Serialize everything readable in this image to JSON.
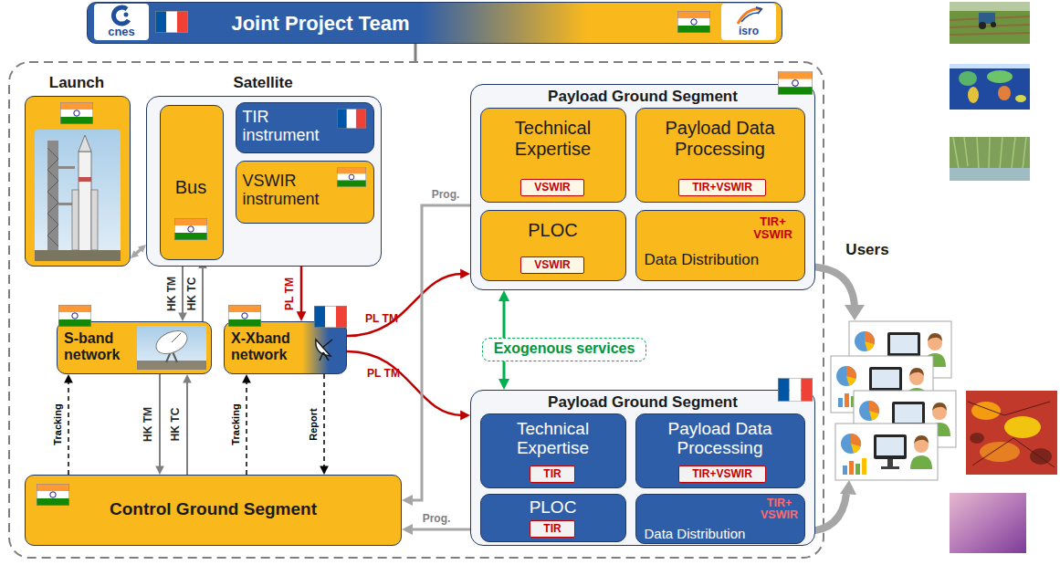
{
  "diagram": {
    "nodes": [
      {
        "text": [
          "Joint Project Team"
        ]
      },
      {
        "text": [
          "Launch"
        ]
      },
      {
        "text": [
          "Satellite"
        ]
      },
      {
        "text": [
          "Bus"
        ],
        "in": 2
      },
      {
        "text": [
          "TIR instrument"
        ],
        "in": 2
      },
      {
        "text": [
          "VSWIR instrument"
        ],
        "in": 2
      },
      {
        "text": [
          "Payload Ground Segment"
        ]
      },
      {
        "text": [
          "Technical Expertise"
        ],
        "in": 6
      },
      {
        "text": [
          "VSWIR"
        ],
        "in": 7
      },
      {
        "text": [
          "Payload Data Processing"
        ],
        "in": 6
      },
      {
        "text": [
          "TIR+VSWIR"
        ],
        "in": 9
      },
      {
        "text": [
          "PLOC"
        ],
        "in": 6
      },
      {
        "text": [
          "VSWIR"
        ],
        "in": 11
      },
      {
        "text": [
          "Data Distribution",
          "TIR+ VSWIR"
        ],
        "in": 6
      },
      {
        "text": [
          "S-band network"
        ]
      },
      {
        "text": [
          "X-Xband network"
        ]
      },
      {
        "text": [
          "Exogenous services"
        ]
      },
      {
        "text": [
          "Payload Ground Segment"
        ]
      },
      {
        "text": [
          "Technical Expertise"
        ],
        "in": 17
      },
      {
        "text": [
          "TIR"
        ],
        "in": 18
      },
      {
        "text": [
          "Payload Data Processing"
        ],
        "in": 17
      },
      {
        "text": [
          "TIR+VSWIR"
        ],
        "in": 20
      },
      {
        "text": [
          "PLOC"
        ],
        "in": 17
      },
      {
        "text": [
          "TIR"
        ],
        "in": 22
      },
      {
        "text": [
          "Data Distribution",
          "TIR+ VSWIR"
        ],
        "in": 17
      },
      {
        "text": [
          "Control Ground Segment"
        ]
      }
    ],
    "edges": [
      {
        "from": 1,
        "to": 2,
        "arrow": "both"
      },
      {
        "from": 3,
        "to": 14,
        "label": "HK TM",
        "arrow": "to"
      },
      {
        "from": 14,
        "to": 3,
        "label": "HK TC",
        "arrow": "to"
      },
      {
        "from": 5,
        "to": 15,
        "label": "PL TM",
        "arrow": "to"
      },
      {
        "from": 15,
        "to": 6,
        "label": "PL TM",
        "arrow": "to"
      },
      {
        "from": 15,
        "to": 17,
        "label": "PL TM",
        "arrow": "to"
      },
      {
        "from": 14,
        "to": 25,
        "label": "HK TM",
        "arrow": "to"
      },
      {
        "from": 25,
        "to": 14,
        "label": "HK TC",
        "arrow": "to"
      },
      {
        "from": 25,
        "to": 14,
        "label": "Tracking",
        "arrow": "to"
      },
      {
        "from": 25,
        "to": 15,
        "label": "Tracking",
        "arrow": "to"
      },
      {
        "from": 15,
        "to": 25,
        "label": "Report",
        "arrow": "to"
      },
      {
        "from": 6,
        "to": 25,
        "label": "Prog.",
        "arrow": "to"
      },
      {
        "from": 17,
        "to": 25,
        "label": "Prog.",
        "arrow": "to"
      },
      {
        "from": 16,
        "to": 6,
        "arrow": "to"
      },
      {
        "from": 16,
        "to": 17,
        "arrow": "to"
      }
    ],
    "labels": [
      "cnes",
      "isro",
      "Users"
    ]
  }
}
